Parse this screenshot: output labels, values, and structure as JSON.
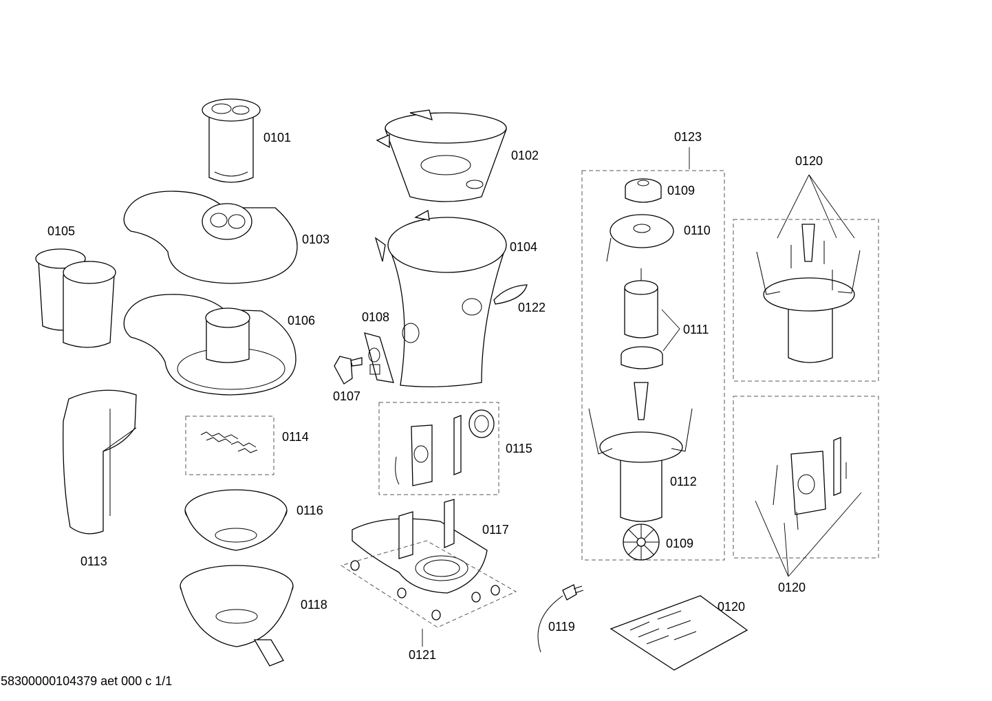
{
  "labels": {
    "p0101": "0101",
    "p0102": "0102",
    "p0103": "0103",
    "p0104": "0104",
    "p0105": "0105",
    "p0106": "0106",
    "p0107": "0107",
    "p0108": "0108",
    "p0109_top": "0109",
    "p0109_bottom": "0109",
    "p0110": "0110",
    "p0111": "0111",
    "p0112": "0112",
    "p0113": "0113",
    "p0114": "0114",
    "p0115": "0115",
    "p0116": "0116",
    "p0117": "0117",
    "p0118": "0118",
    "p0119": "0119",
    "p0120_top": "0120",
    "p0120_bottom": "0120",
    "p0120_bag": "0120",
    "p0121": "0121",
    "p0122": "0122",
    "p0123": "0123"
  },
  "footer": "58300000104379 aet 000 c 1/1"
}
